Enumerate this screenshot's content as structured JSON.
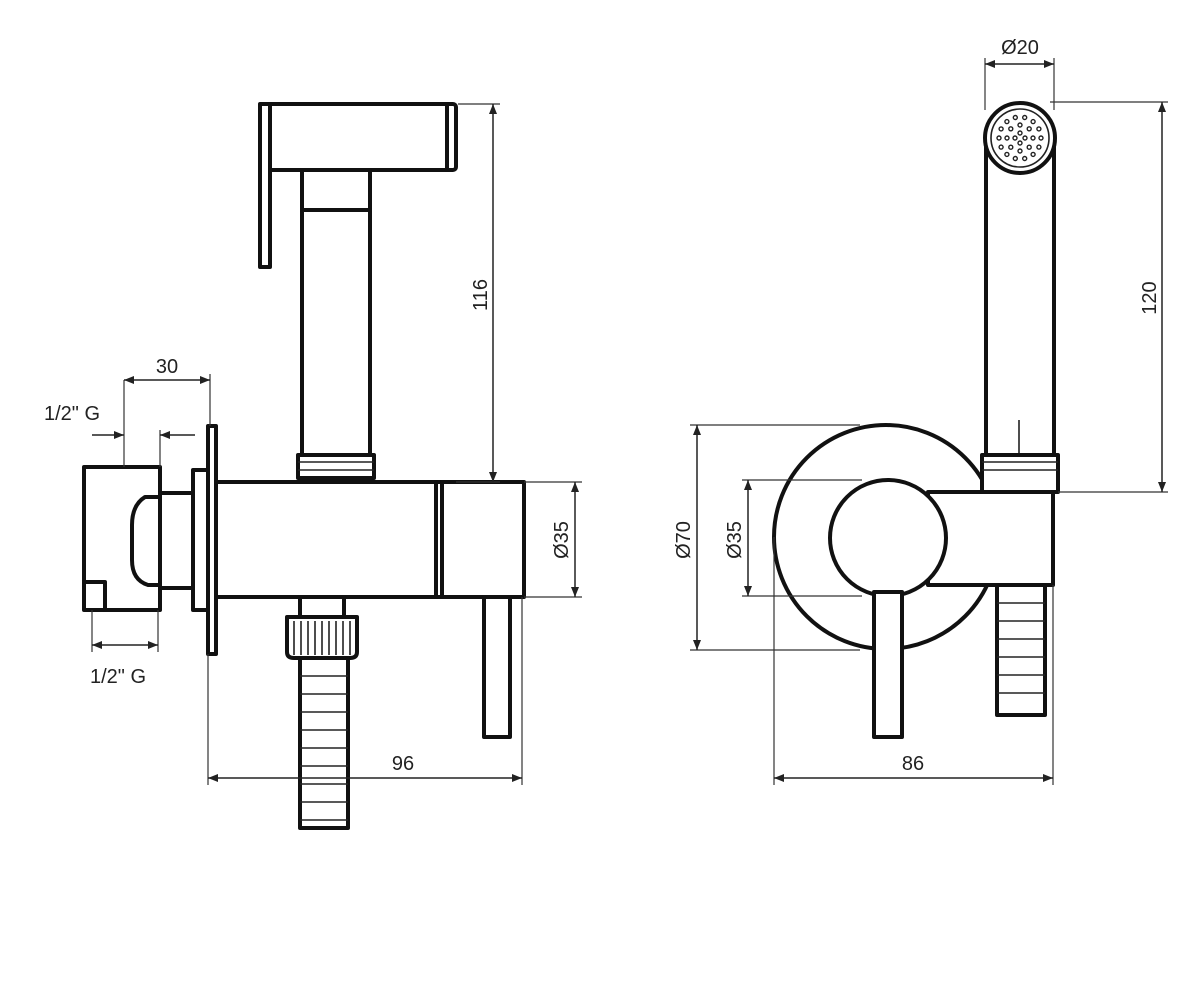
{
  "side_view": {
    "dim_offset": "30",
    "dim_inlet_top": "1/2\" G",
    "dim_inlet_bottom": "1/2\" G",
    "dim_height": "116",
    "dim_body_diameter": "Ø35",
    "dim_total_length": "96"
  },
  "front_view": {
    "dim_head_diameter": "Ø20",
    "dim_height": "120",
    "dim_flange_diameter": "Ø70",
    "dim_body_diameter": "Ø35",
    "dim_total_width": "86"
  }
}
